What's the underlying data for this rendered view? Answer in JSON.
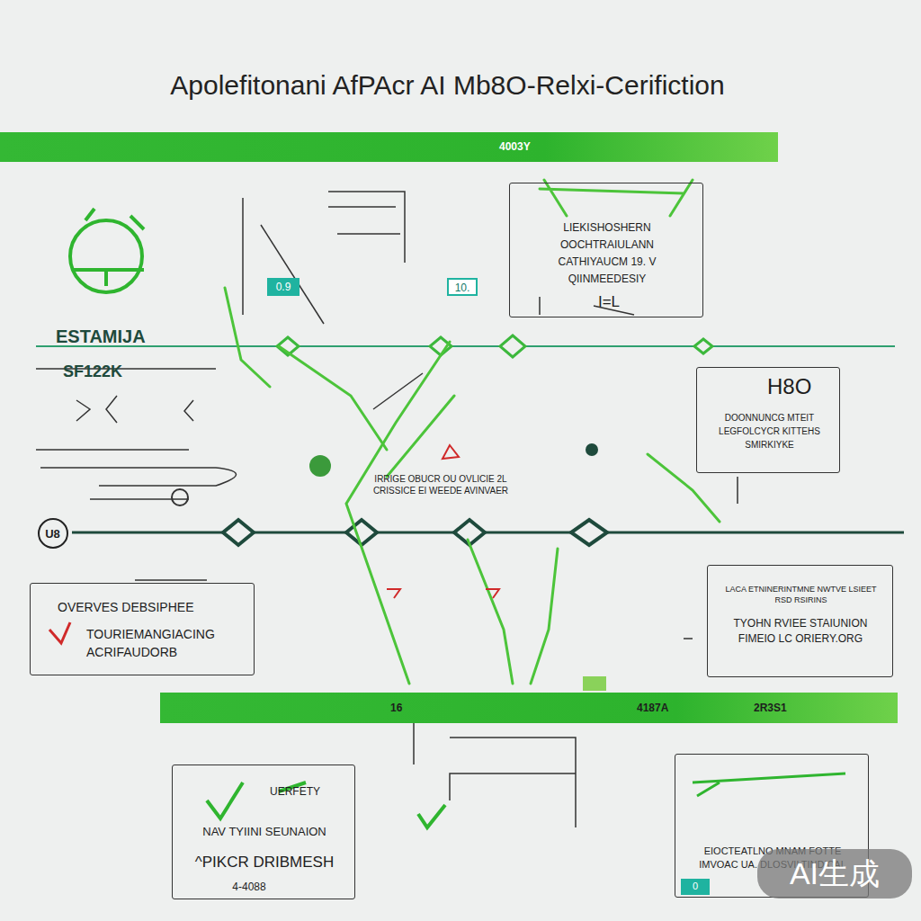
{
  "diagram": {
    "title": "Apolefitonani AfPAcr AI Mb8O-Relxi-Cerifiction",
    "nodes": [
      {
        "text": [
          "4003Y"
        ]
      },
      {
        "text": [
          "0.9"
        ]
      },
      {
        "text": [
          "10."
        ]
      },
      {
        "text": [
          "LIEKISHOSHERN OOCHTRAIULANN CATHIYAUCM 19. V QIINMEEDESIY",
          "I=L"
        ]
      },
      {
        "text": [
          "H8O",
          "DOONNUNCG MTEIT LEGFOLCYCR KITTEHS SMIRKIYKE"
        ]
      },
      {
        "text": [
          "U8"
        ]
      },
      {
        "text": [
          "OVERVES DEBSIPHEE",
          "TOURIEMANGIACING ACRIFAUDORB"
        ]
      },
      {
        "text": [
          "LACA ETNINERINTMNE NWTVE LSIEET RSD RSIRINS",
          "TYOHN RVIEE STAIUNION FIMEIO LC ORIERY.ORG"
        ]
      },
      {
        "text": [
          "16",
          "4187A",
          "2R3S1"
        ]
      },
      {
        "text": [
          "UERFETY",
          "NAV TYIINI SEUNAION",
          "^PIKCR DRIBMESH",
          "4-4088"
        ]
      },
      {
        "text": [
          "EIOCTEATLNO MNAM FOTTE IMVOAC UA. DLOSVILTINDICAL"
        ]
      },
      {
        "text": [
          "0"
        ]
      }
    ],
    "labels": [
      "ESTAMIJA",
      "SF122K",
      "IRRIGE OBUCR OU OVLICIE 2L CRISSICE EI WEEDE AVINVAER",
      "AI生成"
    ]
  }
}
